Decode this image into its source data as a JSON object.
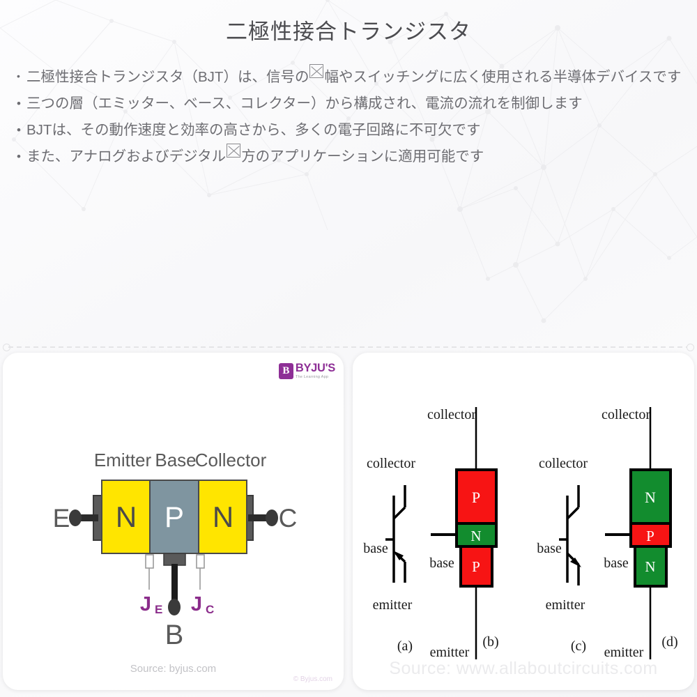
{
  "slide": {
    "title": "二極性接合トランジスタ",
    "bullets": [
      {
        "pre": "二極性接合トランジスタ（BJT）は、信号の",
        "tofu": true,
        "post": "幅やスイッチングに広く使用される半導体デバイスです"
      },
      {
        "pre": "三つの層（エミッター、ベース、コレクター）から構成され、電流の流れを制御します",
        "tofu": false,
        "post": ""
      },
      {
        "pre": "BJTは、その動作速度と効率の高さから、多くの電子回路に不可欠です",
        "tofu": false,
        "post": ""
      },
      {
        "pre": "また、アナログおよびデジタル",
        "tofu": true,
        "post": "方のアプリケーションに適用可能です"
      }
    ],
    "bullet_marker": "•"
  },
  "left_figure": {
    "name": "npn-transistor-structure",
    "logo": {
      "mark": "B",
      "wordmark": "BYJU'S",
      "tagline": "The Learning App"
    },
    "region_labels": [
      "Emitter",
      "Base",
      "Collector"
    ],
    "region_types": [
      "N",
      "P",
      "N"
    ],
    "terminals": {
      "emitter": "E",
      "collector": "C",
      "base": "B"
    },
    "junctions": {
      "emitter_junction": "J",
      "emitter_sub": "E",
      "collector_junction": "J",
      "collector_sub": "C"
    },
    "source_caption": "Source: byjus.com",
    "watermark": "© Byjus.com",
    "colors": {
      "n_region": "#FFE500",
      "p_region": "#7F95A0",
      "lead": "#3a3a3a",
      "outline": "#4a4a4a",
      "label_text": "#5a5a5a",
      "junction_label": "#8B2D8B",
      "p_text": "#ffffff"
    }
  },
  "right_figure": {
    "name": "pnp-npn-symbols-and-structures",
    "watermark": "Source: www.allaboutcircuits.com",
    "panels": [
      {
        "key": "a",
        "caption": "(a)",
        "kind": "symbol",
        "type": "PNP",
        "labels": {
          "collector": "collector",
          "base": "base",
          "emitter": "emitter"
        }
      },
      {
        "key": "b",
        "caption": "(b)",
        "kind": "structure",
        "type": "PNP",
        "layers": [
          "P",
          "N",
          "P"
        ],
        "labels": {
          "collector": "collector",
          "base": "base",
          "emitter": "emitter"
        }
      },
      {
        "key": "c",
        "caption": "(c)",
        "kind": "symbol",
        "type": "NPN",
        "labels": {
          "collector": "collector",
          "base": "base",
          "emitter": "emitter"
        }
      },
      {
        "key": "d",
        "caption": "(d)",
        "kind": "structure",
        "type": "NPN",
        "layers": [
          "N",
          "P",
          "N"
        ],
        "labels": {
          "collector": "collector",
          "base": "base",
          "emitter": "emitter"
        }
      }
    ],
    "colors": {
      "p_layer": "#F71414",
      "n_layer": "#128C2E",
      "outline": "#000000",
      "text": "#1a1a1a",
      "layer_text": "#ffffff"
    }
  }
}
